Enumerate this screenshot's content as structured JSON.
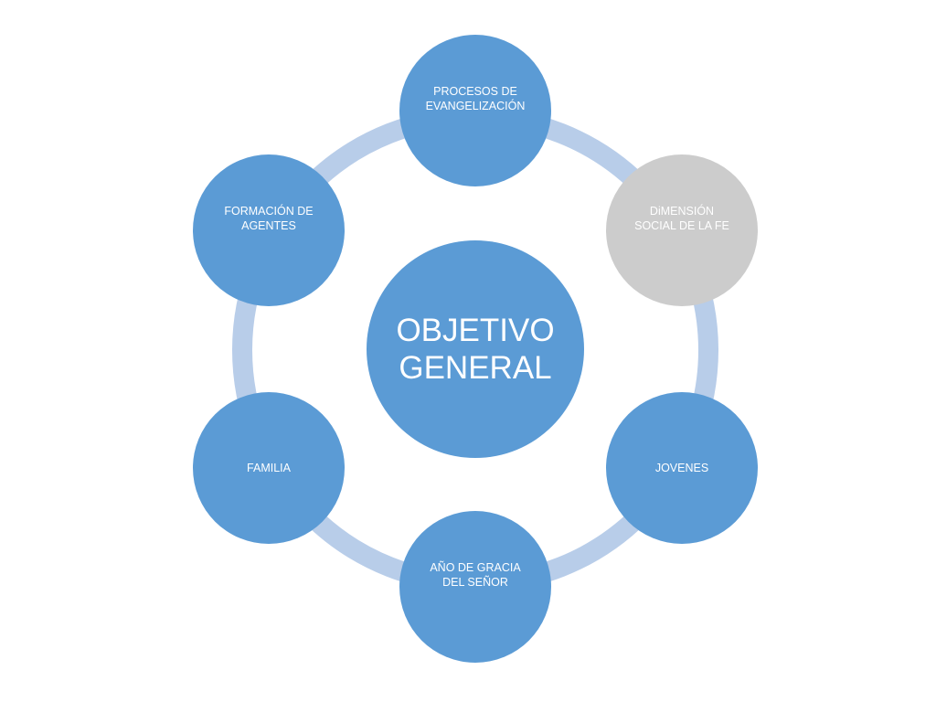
{
  "center": {
    "label": "OBJETIVO\nGENERAL",
    "color": "#5b9bd5"
  },
  "ring_color": "#b8cde9",
  "nodes": [
    {
      "id": "procesos",
      "label": "PROCESOS DE\nEVANGELIZACIÓN",
      "color": "#5b9bd5"
    },
    {
      "id": "dimension",
      "label": "DiMENSIÓN\nSOCIAL DE LA FE",
      "color": "#cccccc"
    },
    {
      "id": "jovenes",
      "label": "JOVENES",
      "color": "#5b9bd5"
    },
    {
      "id": "ano",
      "label": "AÑO DE GRACIA\nDEL SEÑOR",
      "color": "#5b9bd5"
    },
    {
      "id": "familia",
      "label": "FAMILIA",
      "color": "#5b9bd5"
    },
    {
      "id": "formacion",
      "label": "FORMACIÓN DE\nAGENTES",
      "color": "#5b9bd5"
    }
  ]
}
